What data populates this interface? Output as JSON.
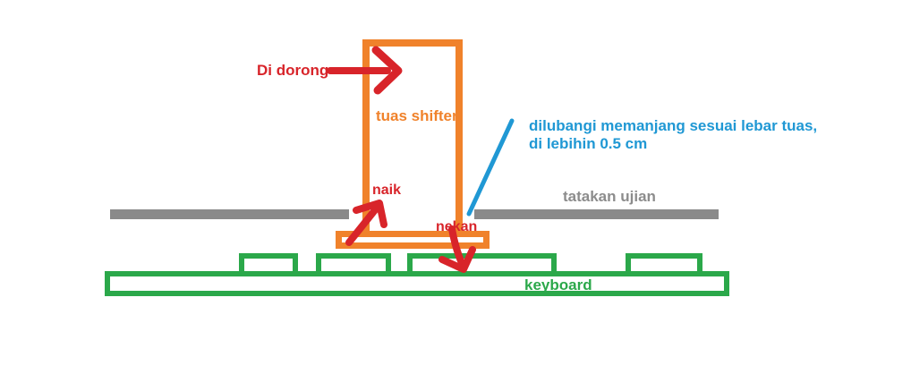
{
  "diagram": {
    "background": "#FFFFFF",
    "colors": {
      "orange": "#F0822B",
      "red": "#D8242A",
      "green": "#2BA84A",
      "gray": "#8A8A8A",
      "gray_text": "#8C8C8C",
      "blue": "#2098D4"
    },
    "labels": {
      "push": "Di dorong",
      "lever": "tuas shifter",
      "up": "naik",
      "press": "nekan",
      "plate": "tatakan ujian",
      "keyboard": "keyboard",
      "hole_note_line1": "dilubangi memanjang sesuai lebar tuas,",
      "hole_note_line2": "di lebihin 0.5 cm"
    }
  }
}
